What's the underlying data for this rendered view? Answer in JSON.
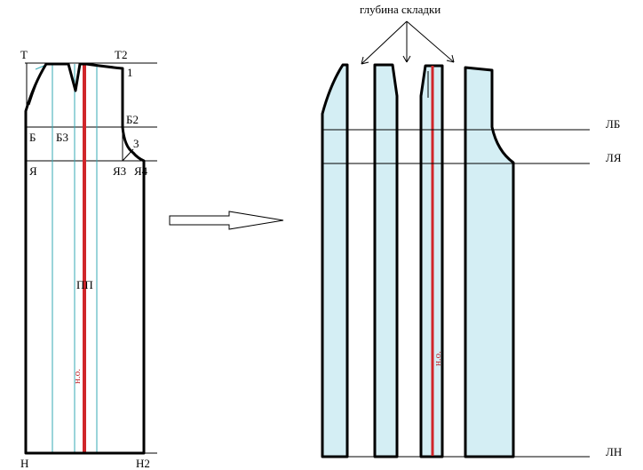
{
  "colors": {
    "outline": "#000000",
    "thin_line": "#000000",
    "teal_line": "#35a8b4",
    "red_line": "#d0262a",
    "panel_fill": "#d4eef4",
    "arrow_fill": "#ffffff"
  },
  "left_pattern": {
    "point_labels": {
      "T": "Т",
      "T2": "Т2",
      "one": "1",
      "B": "Б",
      "B3": "Б3",
      "B2": "Б2",
      "three": "3",
      "Ya": "Я",
      "Ya3": "Я3",
      "Ya4": "Я4",
      "PP": "ПП",
      "N": "Н",
      "N2": "Н2"
    },
    "grain_label": "н.о."
  },
  "right_pattern": {
    "pleat_caption": "глубина складки",
    "line_labels": {
      "LB": "ЛБ",
      "LYa": "ЛЯ",
      "LN": "ЛН"
    },
    "grain_label": "н.о."
  },
  "arrow_icon": "right-arrow-icon"
}
